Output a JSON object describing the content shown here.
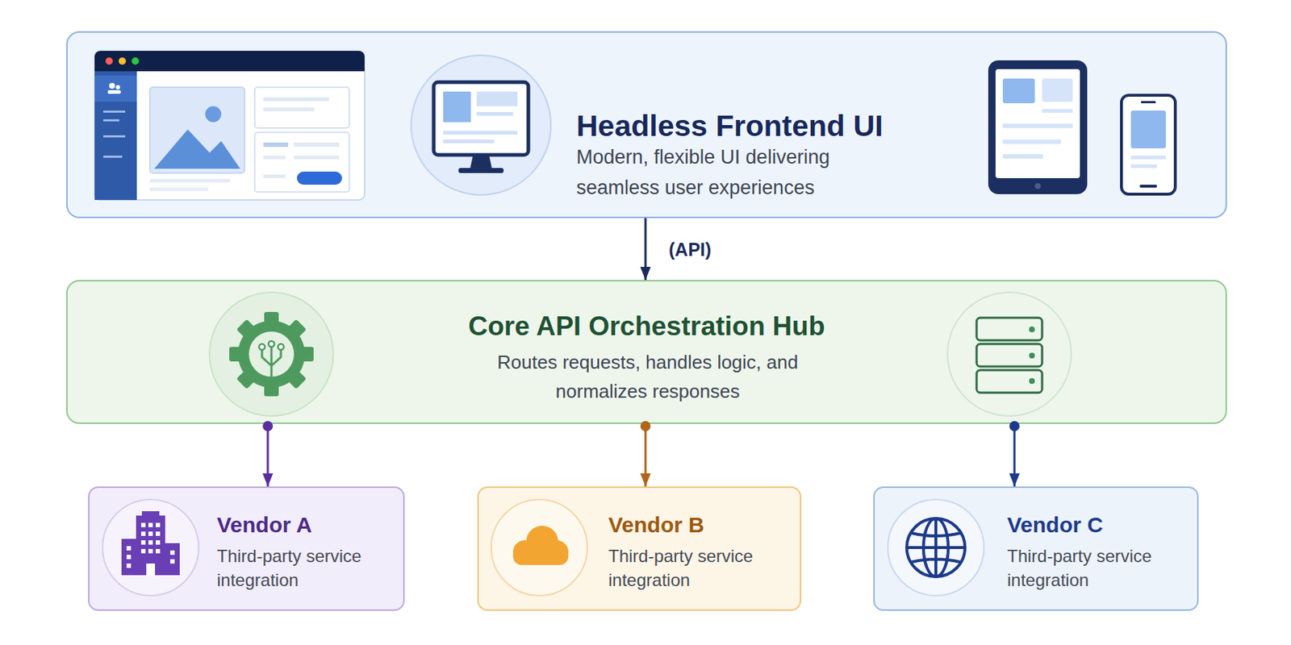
{
  "diagram": {
    "nodes": [
      {
        "text": [
          "Headless Frontend UI",
          "Modern, flexible UI delivering seamless user experiences"
        ]
      },
      {
        "text": [
          "Core API Orchestration Hub",
          "Routes requests, handles logic, and normalizes responses"
        ]
      },
      {
        "text": [
          "Vendor A",
          "Third-party service integration"
        ]
      },
      {
        "text": [
          "Vendor B",
          "Third-party service integration"
        ]
      },
      {
        "text": [
          "Vendor C",
          "Third-party service integration"
        ]
      }
    ],
    "edges": [
      {
        "from": 0,
        "to": 1,
        "label": "(API)",
        "arrow": "to"
      },
      {
        "from": 1,
        "to": 2,
        "arrow": "to"
      },
      {
        "from": 1,
        "to": 3,
        "arrow": "to"
      },
      {
        "from": 1,
        "to": 4,
        "arrow": "to"
      }
    ]
  }
}
